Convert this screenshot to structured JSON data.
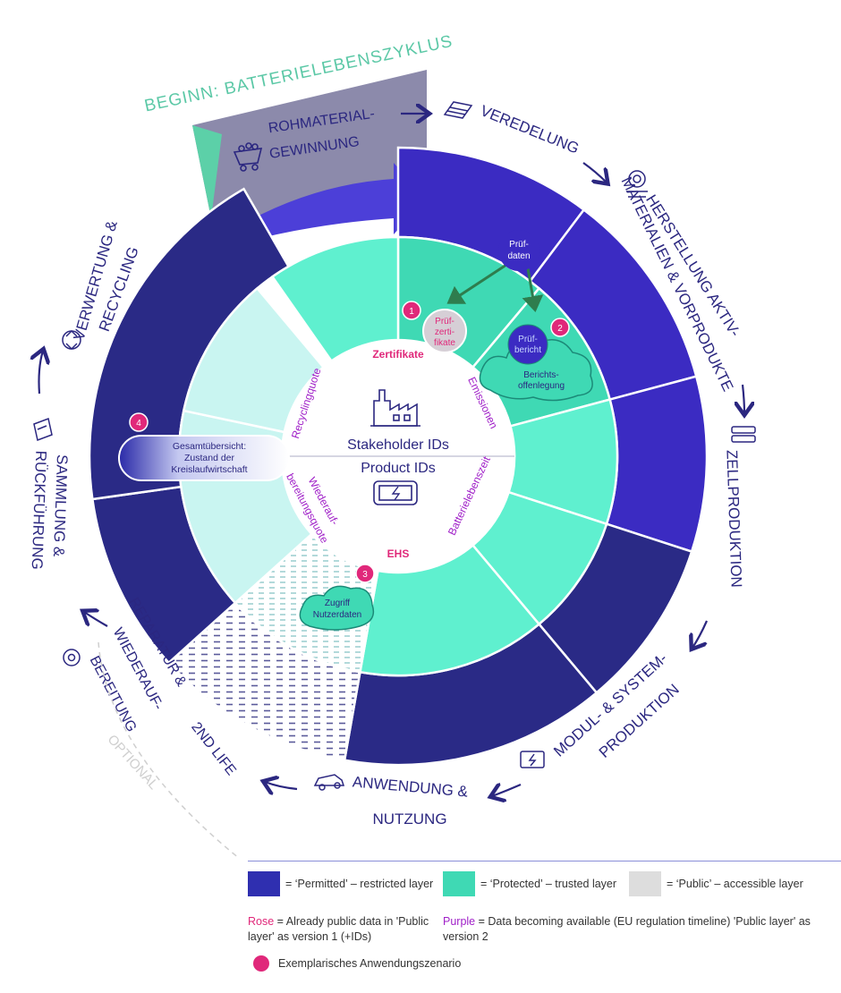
{
  "colors": {
    "permitted_dark": "#2a2a86",
    "permitted": "#3b2bc2",
    "protected": "#3fd9b4",
    "protected_light": "#5ff0cf",
    "public_light": "#c9f5f1",
    "public": "#dddddd",
    "grey_purple": "#8c8aab",
    "teal_text": "#5bc8a6",
    "rose": "#e0287a",
    "purple": "#a020c8",
    "navy_text": "#2b2780"
  },
  "title": {
    "begin": "BEGINN: BATTERIELEBENSZYKLUS"
  },
  "stages": {
    "rohmaterial_1": "ROHMATERIAL-",
    "rohmaterial_2": "GEWINNUNG",
    "veredelung": "VEREDELUNG",
    "herstellung_1": "HERSTELLUNG AKTIV-",
    "herstellung_2": "MATERIALIEN & VORPRODUKTE",
    "zellproduktion": "ZELLPRODUKTION",
    "modul_1": "MODUL- & SYSTEM-",
    "modul_2": "PRODUKTION",
    "anwendung_1": "ANWENDUNG &",
    "anwendung_2": "NUTZUNG",
    "second_life": "2ND LIFE",
    "reparatur_1": "REPARATUR &",
    "reparatur_2": "WIEDERAUF-",
    "reparatur_3": "BEREITUNG",
    "optional": "OPTIONAL",
    "sammlung_1": "SAMMLUNG &",
    "sammlung_2": "RÜCKFÜHRUNG",
    "verwertung_1": "VERWERTUNG &",
    "verwertung_2": "RECYCLING"
  },
  "center": {
    "stakeholder": "Stakeholder IDs",
    "product": "Product IDs"
  },
  "inner_labels": {
    "zertifikate": "Zertifikate",
    "emissionen": "Emissionen",
    "batterie": "Batterielebenszeit",
    "ehs": "EHS",
    "wiederauf_1": "Wiederauf-",
    "wiederauf_2": "bereitungsquote",
    "recyclingquote": "Recyclingquote"
  },
  "bubbles": {
    "pruefdaten_1": "Prüf-",
    "pruefdaten_2": "daten",
    "pruefzert_1": "Prüf-",
    "pruefzert_2": "zerti-",
    "pruefzert_3": "fikate",
    "pruefbericht_1": "Prüf-",
    "pruefbericht_2": "bericht",
    "berichts_1": "Berichts-",
    "berichts_2": "offenlegung",
    "zugriff_1": "Zugriff",
    "zugriff_2": "Nutzerdaten",
    "gesamt_1": "Gesamtübersicht:",
    "gesamt_2": "Zustand der",
    "gesamt_3": "Kreislaufwirtschaft"
  },
  "markers": [
    "1",
    "2",
    "3",
    "4"
  ],
  "legend": {
    "permitted": "= ‘Permitted’ – restricted layer",
    "protected": "= ‘Protected’ – trusted layer",
    "public": "= ‘Public’ – accessible layer",
    "rose_label": "Rose",
    "rose_text_1": "= Already public data in 'Public",
    "rose_text_2": "layer' as version 1 (+IDs)",
    "purple_label": "Purple",
    "purple_text_1": "= Data becoming available (EU regulation timeline) 'Public layer' as",
    "purple_text_2": "version 2",
    "scenario": "Exemplarisches Anwendungszenario"
  }
}
